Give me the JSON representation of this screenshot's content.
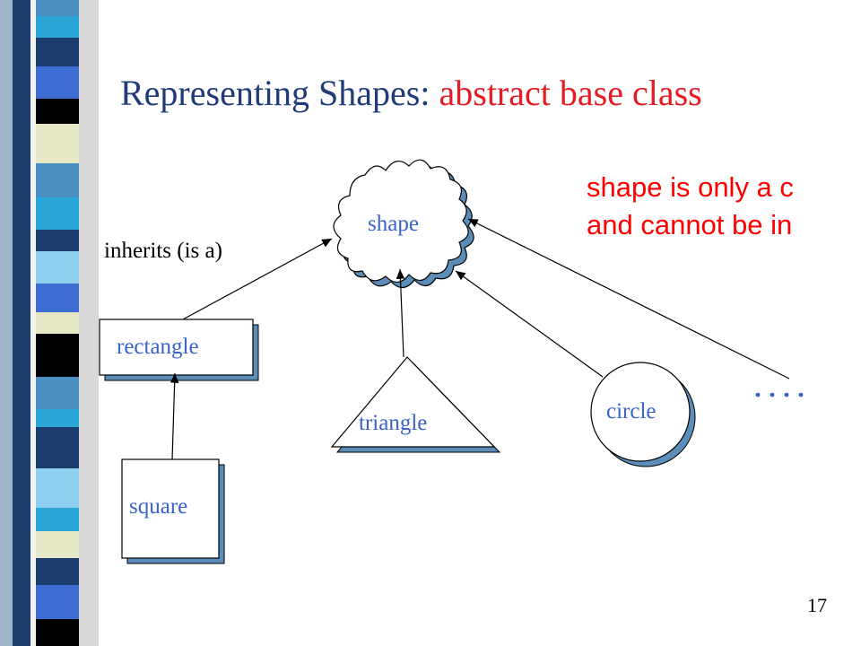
{
  "slide": {
    "title_part1": "Representing Shapes:",
    "title_part2": "abstract base class",
    "page_number": "17"
  },
  "diagram": {
    "inherit_label": "inherits (is a)",
    "nodes": {
      "shape": "shape",
      "rectangle": "rectangle",
      "square": "square",
      "triangle": "triangle",
      "circle": "circle"
    },
    "ellipsis": "....",
    "note_line1": "shape is only a c",
    "note_line2": "and cannot be in"
  },
  "colors": {
    "title_blue": "#1f3b78",
    "title_red": "#e51c23",
    "node_label": "#3a63c8",
    "shadow": "#5b8db8",
    "note_red": "#ff0000"
  }
}
